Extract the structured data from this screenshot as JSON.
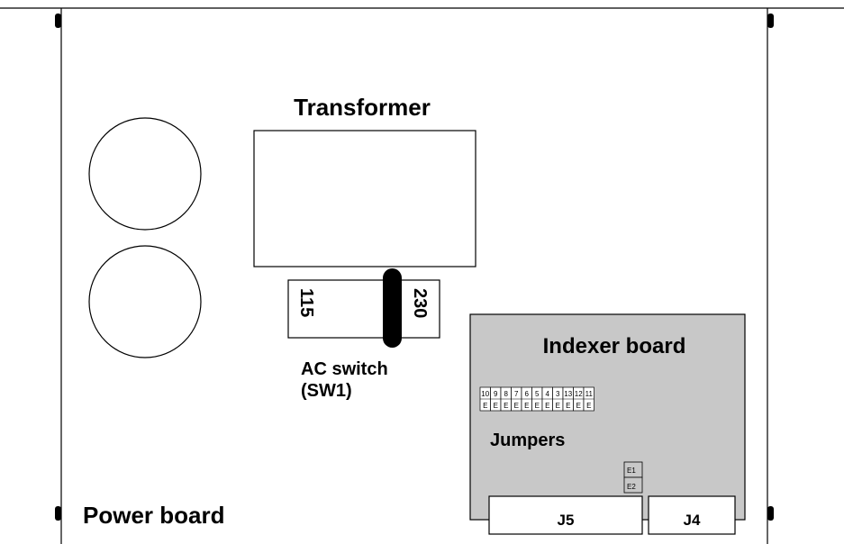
{
  "labels": {
    "transformer": "Transformer",
    "ac_switch_line1": "AC switch",
    "ac_switch_line2": "(SW1)",
    "switch_115": "115",
    "switch_230": "230",
    "indexer_board": "Indexer board",
    "jumpers": "Jumpers",
    "power_board": "Power board",
    "j5": "J5",
    "j4": "J4",
    "e1": "E1",
    "e2": "E2"
  },
  "jumper_block": {
    "numbers": [
      "10",
      "9",
      "8",
      "7",
      "6",
      "5",
      "4",
      "3",
      "13",
      "12",
      "11"
    ],
    "prefix": "E"
  },
  "colors": {
    "indexer_board_fill": "#c8c8c8",
    "line": "#000000",
    "background": "#ffffff"
  }
}
